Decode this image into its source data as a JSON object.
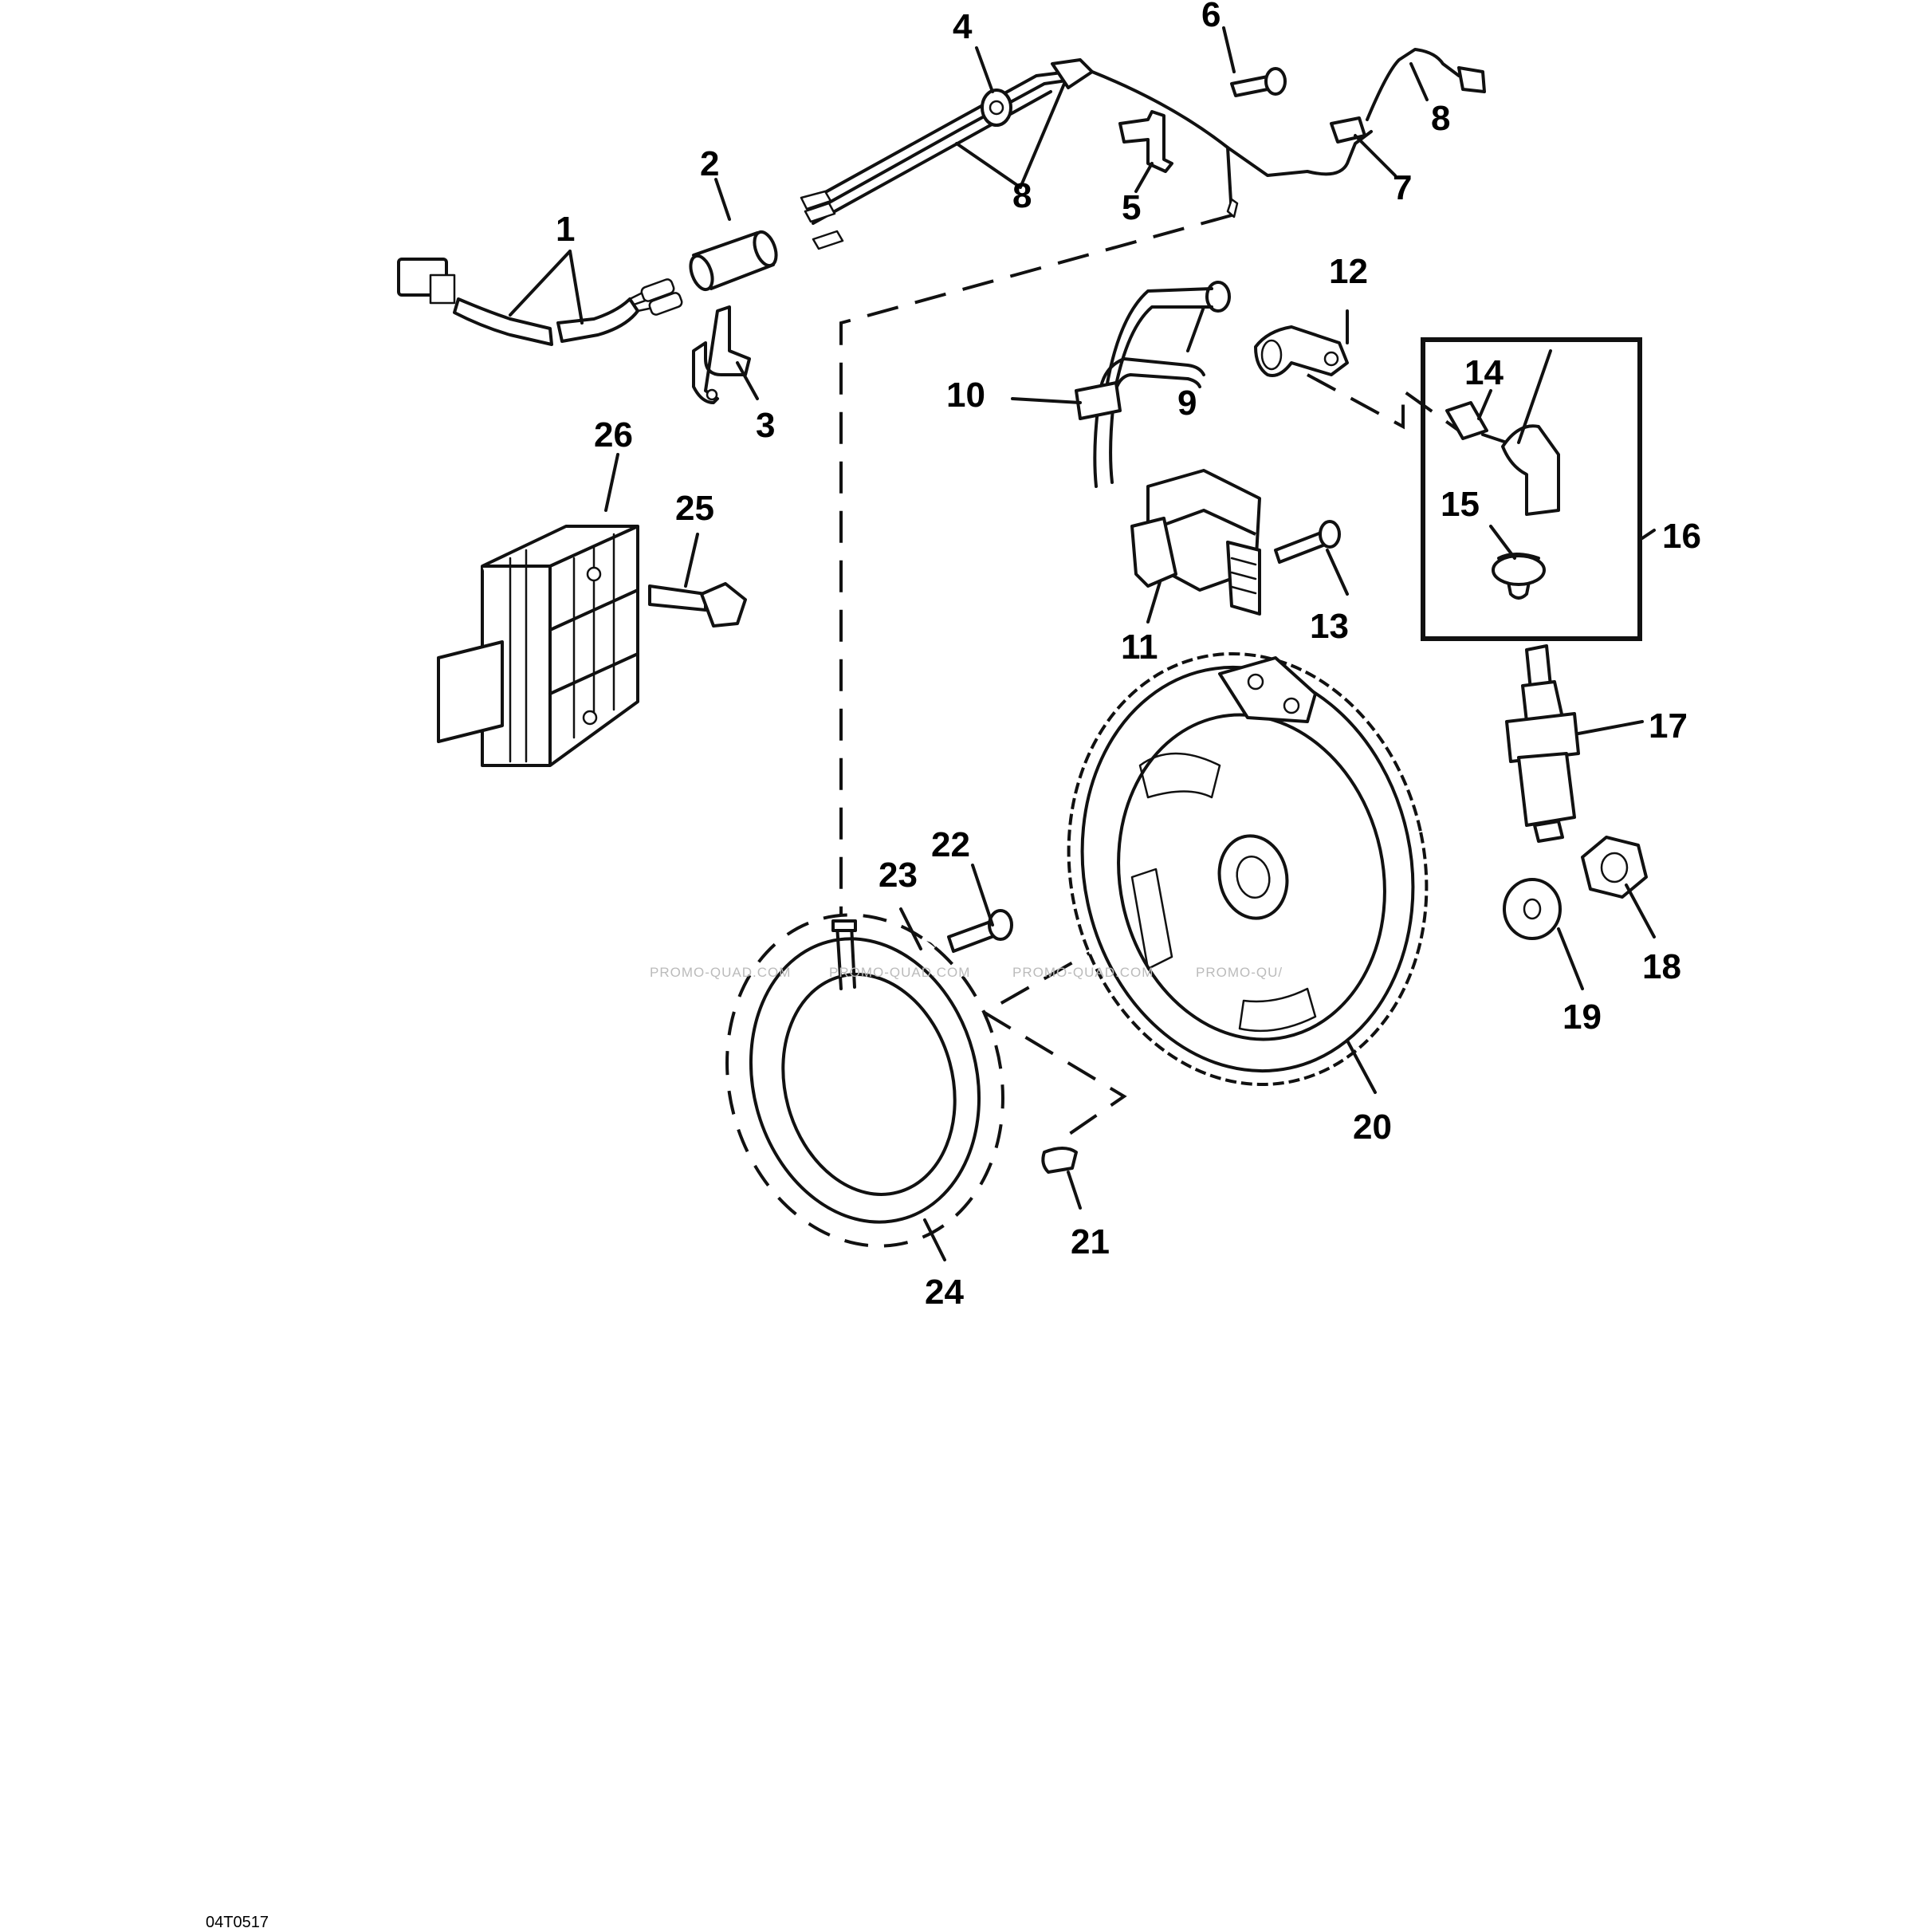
{
  "drawing_code": "04T0517",
  "watermarks": [
    "PROMO-QUAD.COM",
    "PROMO-QUAD.COM",
    "PROMO-QUAD.COM",
    "PROMO-QU/"
  ],
  "callouts": {
    "c1": "1",
    "c2": "2",
    "c3": "3",
    "c4": "4",
    "c5": "5",
    "c6": "6",
    "c7": "7",
    "c8a": "8",
    "c8b": "8",
    "c9": "9",
    "c10": "10",
    "c11": "11",
    "c12": "12",
    "c13": "13",
    "c14": "14",
    "c15": "15",
    "c16": "16",
    "c17": "17",
    "c18": "18",
    "c19": "19",
    "c20": "20",
    "c21": "21",
    "c22": "22",
    "c23": "23",
    "c24": "24",
    "c25": "25",
    "c26": "26"
  }
}
